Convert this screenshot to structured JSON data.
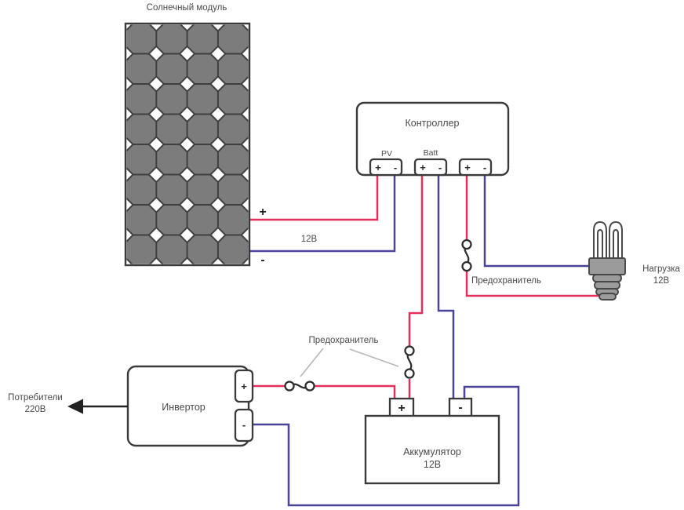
{
  "title": "Солнечный модуль",
  "controller": {
    "label": "Контроллер",
    "pv_label": "PV",
    "batt_label": "Batt"
  },
  "symbols": {
    "plus": "+",
    "minus": "-"
  },
  "pv_wires": {
    "plus": "+",
    "voltage": "12В",
    "minus": "-"
  },
  "load": {
    "line1": "Нагрузка",
    "line2": "12В"
  },
  "fuse_load_label": "Предохранитель",
  "fuse_battery_label": "Предохранитель",
  "inverter": {
    "label": "Инвертор"
  },
  "consumers": {
    "line1": "Потребители",
    "line2": "220В"
  },
  "battery": {
    "line1": "Аккумулятор",
    "line2": "12В"
  },
  "colors": {
    "positive_wire": "#e42e5c",
    "negative_wire": "#4b4397",
    "outline": "#3a3a3a",
    "cell_fill": "#7c7c7c",
    "cell_stroke": "#3f3f3f",
    "label_text": "#4a4a4a"
  }
}
